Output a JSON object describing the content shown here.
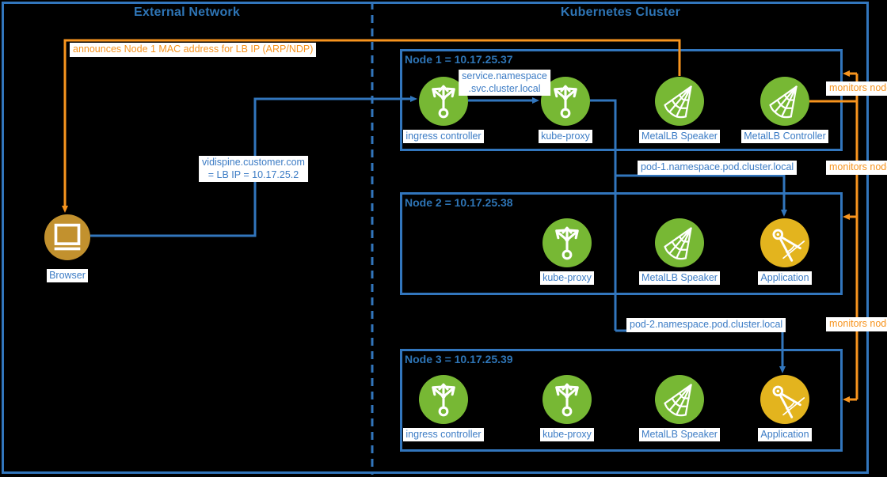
{
  "external": {
    "title": "External Network",
    "browser": {
      "label": "Browser",
      "icon": "browser-monitor-icon"
    }
  },
  "cluster": {
    "title": "Kubernetes Cluster",
    "nodes": [
      {
        "title": "Node 1 = 10.17.25.37",
        "components": [
          {
            "label": "ingress controller",
            "icon": "trident-icon",
            "color": "#77B834"
          },
          {
            "label": "kube-proxy",
            "icon": "trident-icon",
            "color": "#77B834"
          },
          {
            "label": "MetalLB Speaker",
            "icon": "metallb-web-icon",
            "color": "#77B834"
          },
          {
            "label": "MetalLB Controller",
            "icon": "metallb-web-icon",
            "color": "#77B834"
          }
        ]
      },
      {
        "title": "Node 2 = 10.17.25.38",
        "components": [
          {
            "label": "kube-proxy",
            "icon": "trident-icon",
            "color": "#77B834"
          },
          {
            "label": "MetalLB Speaker",
            "icon": "metallb-web-icon",
            "color": "#77B834"
          },
          {
            "label": "Application",
            "icon": "compass-icon",
            "color": "#E3B41E"
          }
        ]
      },
      {
        "title": "Node 3 = 10.17.25.39",
        "components": [
          {
            "label": "ingress controller",
            "icon": "trident-icon",
            "color": "#77B834"
          },
          {
            "label": "kube-proxy",
            "icon": "trident-icon",
            "color": "#77B834"
          },
          {
            "label": "MetalLB Speaker",
            "icon": "metallb-web-icon",
            "color": "#77B834"
          },
          {
            "label": "Application",
            "icon": "compass-icon",
            "color": "#E3B41E"
          }
        ]
      }
    ]
  },
  "connections": {
    "arp_announce": "announces Node 1 MAC address for LB IP (ARP/NDP)",
    "dns_line1": "vidispine.customer.com",
    "dns_line2": "= LB IP = 10.17.25.2",
    "service_line1": "service.namespace",
    "service_line2": ".svc.cluster.local",
    "pod1": "pod-1.namespace.pod.cluster.local",
    "pod2": "pod-2.namespace.pod.cluster.local",
    "monitors": [
      "monitors node",
      "monitors node",
      "monitors node"
    ]
  },
  "colors": {
    "line_blue": "#3276BD",
    "line_orange": "#F7941E",
    "title_blue": "#2E75B6",
    "label_blue": "#3C7CC5",
    "component_green": "#77B834",
    "application_yellow": "#E3B41E",
    "browser_bronze": "#C2912E"
  }
}
